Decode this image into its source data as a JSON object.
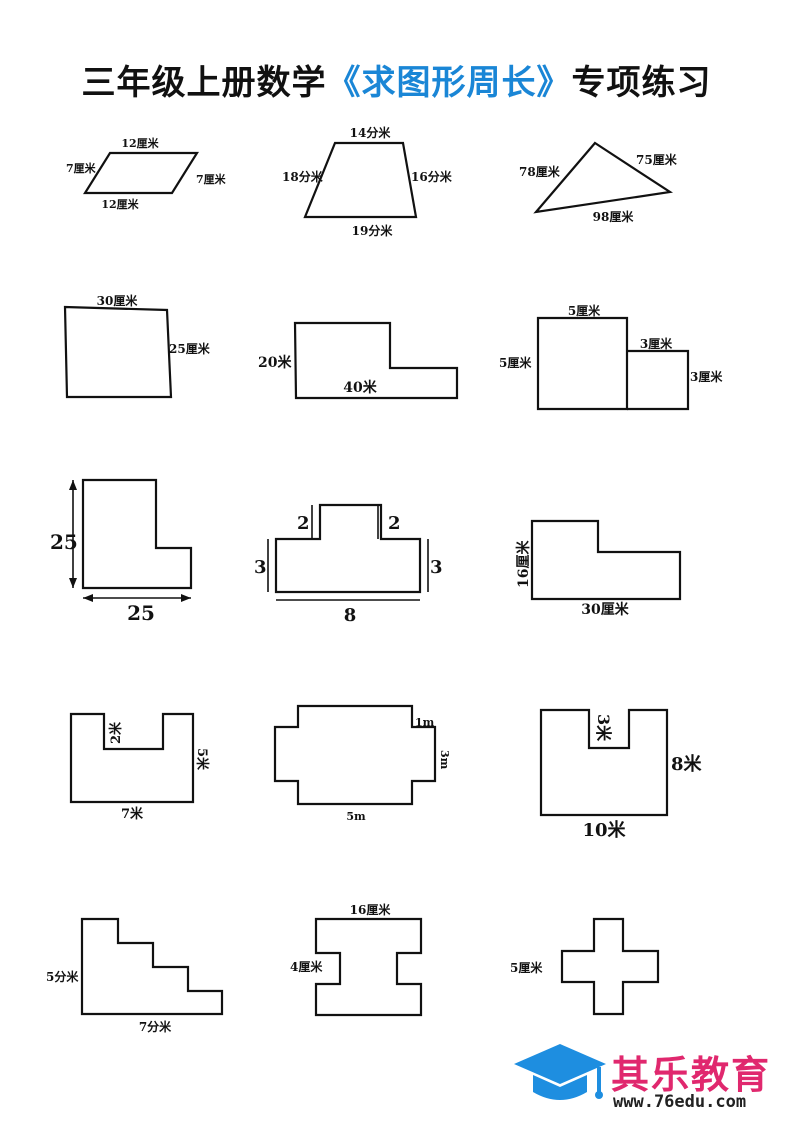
{
  "title": {
    "prefix": "三年级上册数学",
    "highlight": "《求图形周长》",
    "suffix": "专项练习"
  },
  "accent_color": "#1a86d6",
  "shapes": {
    "parallelogram": {
      "top": "12厘米",
      "left": "7厘米",
      "right": "7厘米",
      "bottom": "12厘米"
    },
    "trapezoid": {
      "top": "14分米",
      "left": "18分米",
      "right": "16分米",
      "bottom": "19分米"
    },
    "triangle": {
      "left": "78厘米",
      "right": "75厘米",
      "bottom": "98厘米"
    },
    "rectangle": {
      "top": "30厘米",
      "right": "25厘米"
    },
    "l_shape_a": {
      "left": "20米",
      "bottom": "40米"
    },
    "two_squares": {
      "top": "5厘米",
      "left": "5厘米",
      "small_top": "3厘米",
      "small_right": "3厘米"
    },
    "l_shape_b": {
      "height": "25",
      "width": "25"
    },
    "t_shape": {
      "left_small": "2",
      "right_small": "2",
      "left": "3",
      "right": "3",
      "bottom": "8"
    },
    "l_shape_c": {
      "left": "16厘米",
      "bottom": "30厘米"
    },
    "u_shape_a": {
      "notch": "2米",
      "right": "5米",
      "bottom": "7米"
    },
    "cross_rect": {
      "corner": "1m",
      "right": "3m",
      "bottom": "5m"
    },
    "u_shape_b": {
      "notch": "3米",
      "right": "8米",
      "bottom": "10米"
    },
    "staircase": {
      "left": "5分米",
      "bottom": "7分米"
    },
    "i_beam": {
      "top": "16厘米",
      "left": "4厘米"
    },
    "plus": {
      "left": "5厘米"
    }
  },
  "brand": {
    "name": "其乐教育",
    "url": "www.76edu.com",
    "color": "#e0286e",
    "icon": "graduation-cap-icon"
  }
}
